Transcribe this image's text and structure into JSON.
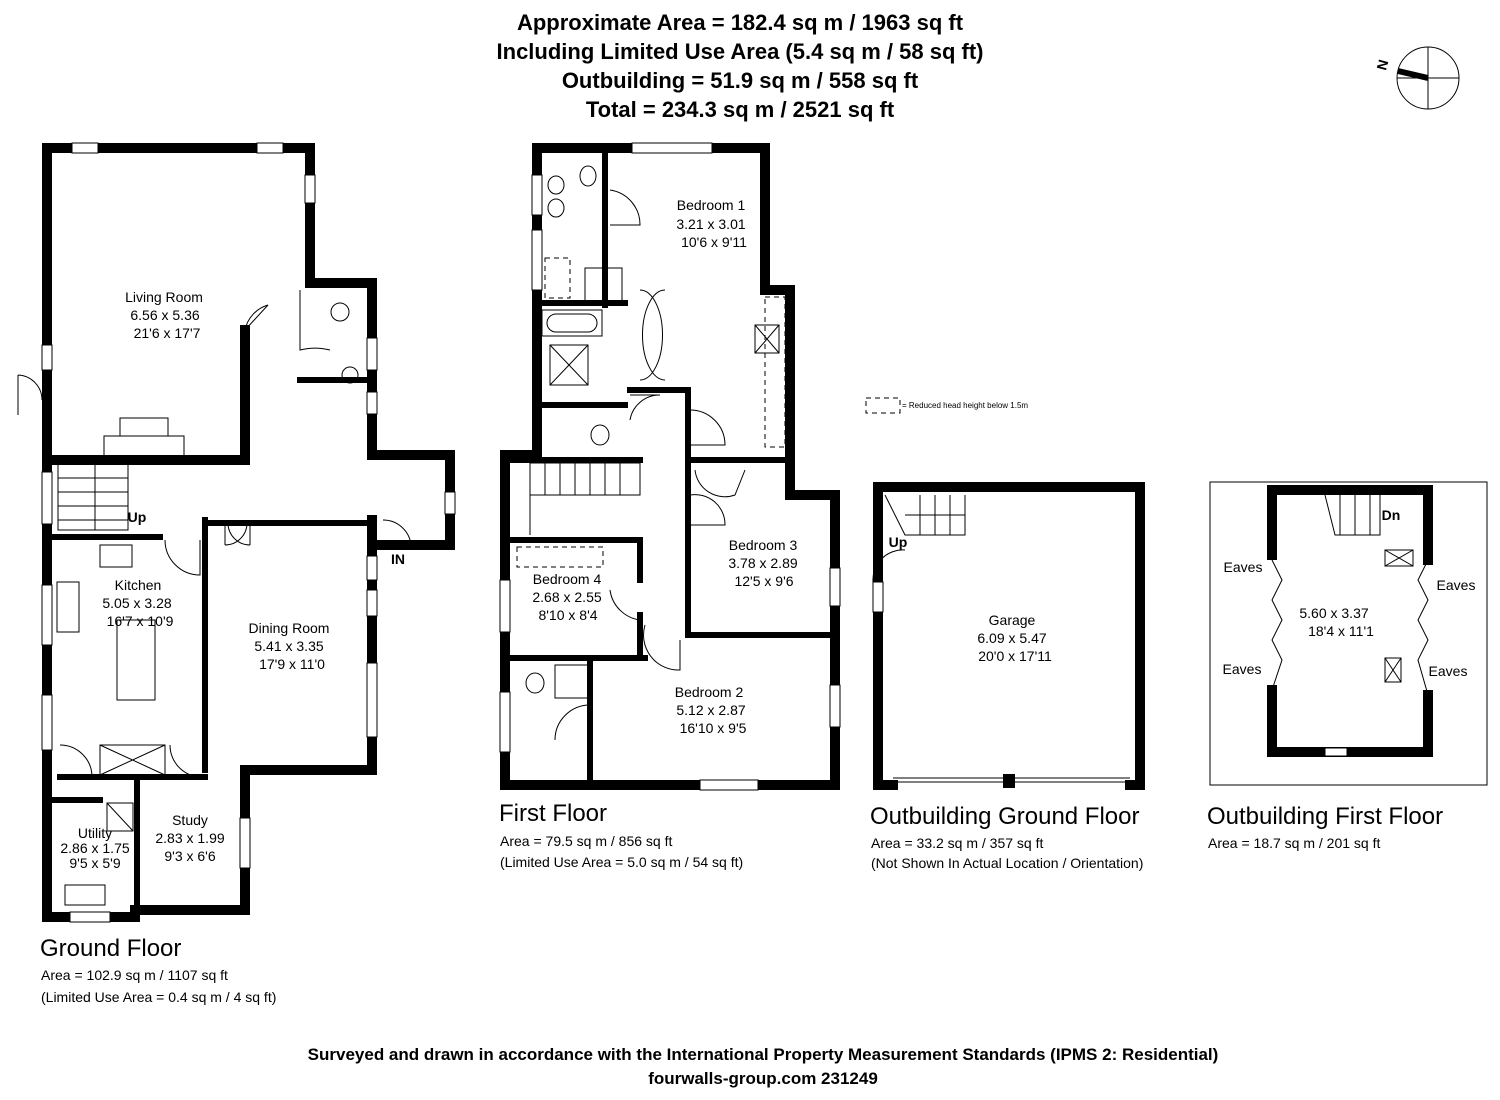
{
  "summary": {
    "line1": "Approximate  Area = 182.4 sq m / 1963 sq ft",
    "line2": "Including Limited Use Area (5.4 sq m / 58 sq ft)",
    "line3": "Outbuilding = 51.9 sq m / 558 sq ft",
    "line4": "Total = 234.3 sq m / 2521 sq ft"
  },
  "compass": {
    "label": "N"
  },
  "legend": {
    "text": "= Reduced head height below 1.5m"
  },
  "ground_floor": {
    "title": "Ground Floor",
    "area": "Area = 102.9 sq m / 1107 sq ft",
    "limited": "(Limited Use Area = 0.4 sq m / 4 sq ft)",
    "rooms": {
      "living": {
        "name": "Living Room",
        "metric": "6.56 x 5.36",
        "imperial": "21'6 x 17'7"
      },
      "kitchen": {
        "name": "Kitchen",
        "metric": "5.05 x 3.28",
        "imperial": "16'7 x 10'9"
      },
      "dining": {
        "name": "Dining Room",
        "metric": "5.41 x 3.35",
        "imperial": "17'9 x 11'0"
      },
      "study": {
        "name": "Study",
        "metric": "2.83 x 1.99",
        "imperial": "9'3 x 6'6"
      },
      "utility": {
        "name": "Utility",
        "metric": "2.86 x 1.75",
        "imperial": "9'5 x 5'9"
      }
    },
    "up": "Up",
    "in": "IN"
  },
  "first_floor": {
    "title": "First Floor",
    "area": "Area = 79.5 sq m / 856 sq ft",
    "limited": "(Limited Use Area = 5.0 sq m / 54 sq ft)",
    "rooms": {
      "bed1": {
        "name": "Bedroom 1",
        "metric": "3.21 x 3.01",
        "imperial": "10'6 x 9'11"
      },
      "bed2": {
        "name": "Bedroom 2",
        "metric": "5.12 x 2.87",
        "imperial": "16'10 x 9'5"
      },
      "bed3": {
        "name": "Bedroom 3",
        "metric": "3.78 x 2.89",
        "imperial": "12'5 x 9'6"
      },
      "bed4": {
        "name": "Bedroom 4",
        "metric": "2.68 x 2.55",
        "imperial": "8'10 x 8'4"
      }
    }
  },
  "outbuilding_ground": {
    "title": "Outbuilding Ground Floor",
    "area": "Area = 33.2 sq m / 357 sq ft",
    "note": "(Not Shown In Actual Location / Orientation)",
    "garage": {
      "name": "Garage",
      "metric": "6.09 x 5.47",
      "imperial": "20'0 x 17'11"
    },
    "up": "Up"
  },
  "outbuilding_first": {
    "title": "Outbuilding First Floor",
    "area": "Area = 18.7 sq m / 201 sq ft",
    "room": {
      "metric": "5.60 x 3.37",
      "imperial": "18'4 x 11'1"
    },
    "dn": "Dn",
    "eaves": "Eaves"
  },
  "footer": {
    "line1": "Surveyed and drawn in accordance with the International Property Measurement Standards (IPMS 2: Residential)",
    "line2": "fourwalls-group.com 231249"
  }
}
